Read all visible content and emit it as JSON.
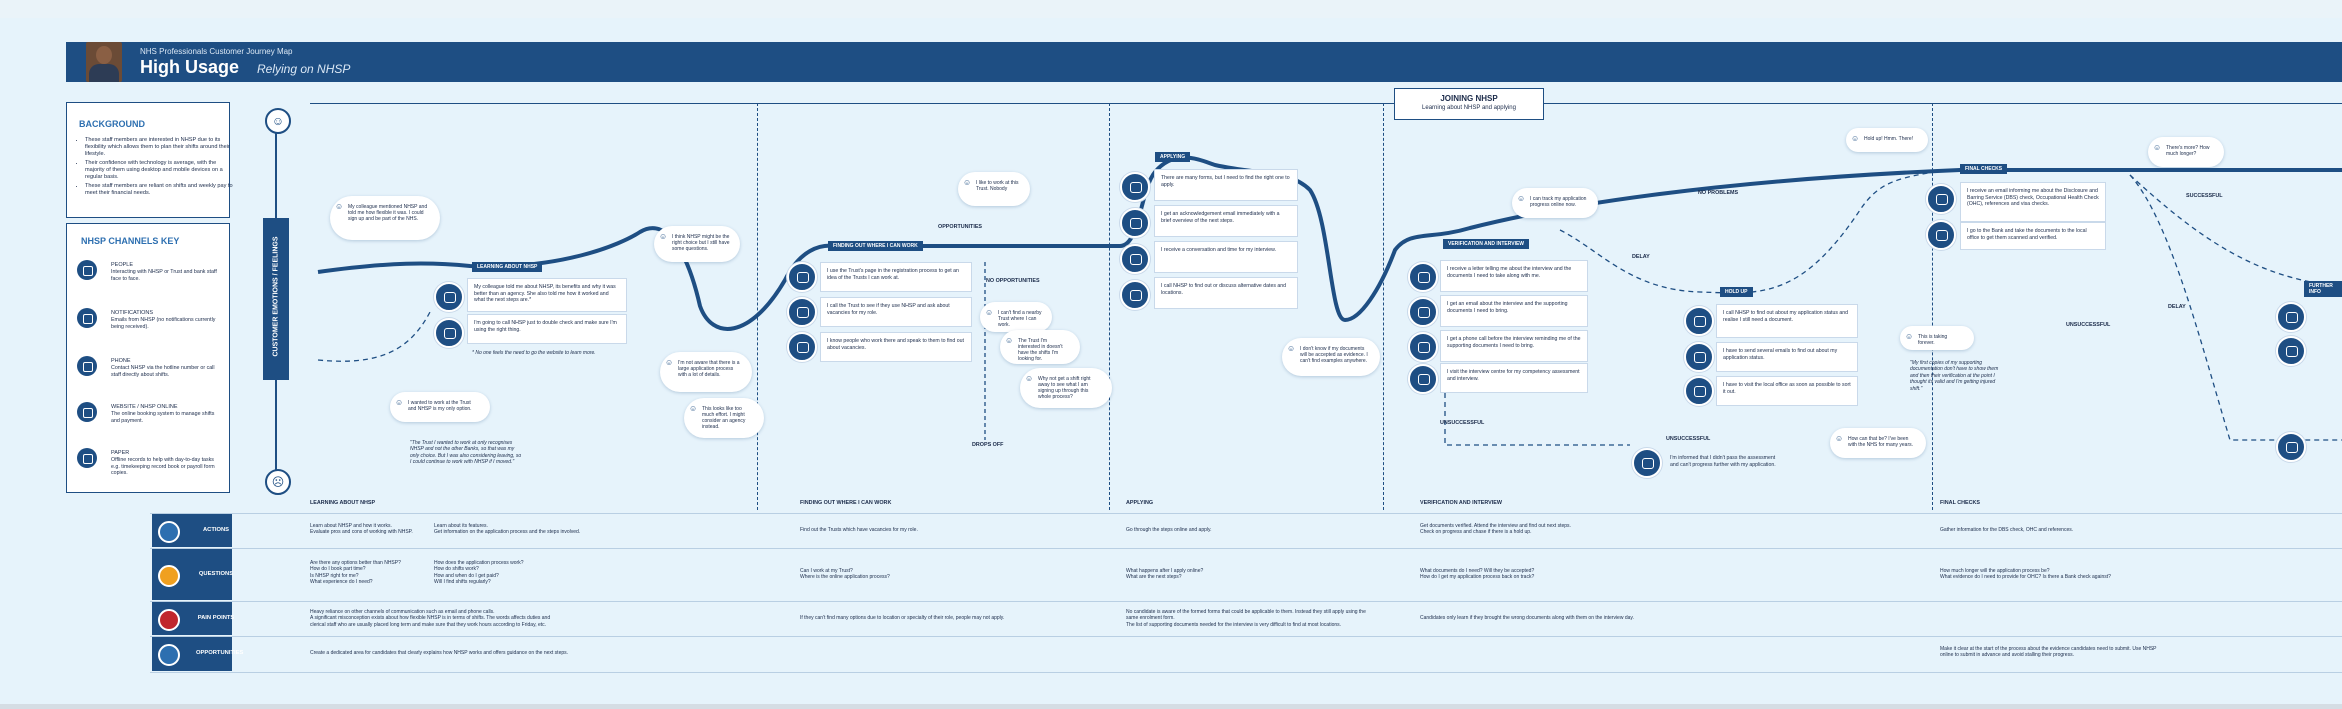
{
  "header": {
    "subtitle": "NHS Professionals Customer Journey Map",
    "title": "High Usage",
    "title_italic": "Relying on NHSP"
  },
  "background": {
    "title": "BACKGROUND",
    "items": [
      "These staff members are interested in NHSP due to its flexibility which allows them to plan their shifts around their lifestyle.",
      "Their confidence with technology is average, with the majority of them using desktop and mobile devices on a regular basis.",
      "These staff members are reliant on shifts and weekly pay to meet their financial needs."
    ]
  },
  "channels": {
    "title": "NHSP CHANNELS KEY",
    "items": [
      {
        "name": "PEOPLE",
        "desc": "Interacting with NHSP or Trust and bank staff face to face."
      },
      {
        "name": "NOTIFICATIONS",
        "desc": "Emails from NHSP (no notifications currently being received)."
      },
      {
        "name": "PHONE",
        "desc": "Contact NHSP via the hotline number or call staff directly about shifts."
      },
      {
        "name": "WEBSITE / NHSP ONLINE",
        "desc": "The online booking system to manage shifts and payment."
      },
      {
        "name": "PAPER",
        "desc": "Offline records to help with day-to-day tasks e.g. timekeeping record book or payroll form copies."
      }
    ]
  },
  "axis_label": "CUSTOMER EMOTIONS / FEELINGS",
  "joining": {
    "title": "JOINING NHSP",
    "subtitle": "Learning about NHSP and applying"
  },
  "stages": [
    "LEARNING ABOUT NHSP",
    "FINDING OUT WHERE I CAN WORK",
    "APPLYING",
    "VERIFICATION AND INTERVIEW",
    "HOLD UP",
    "FINAL CHECKS",
    "FURTHER INFO"
  ],
  "cards": {
    "learn1": "My colleague told me about NHSP, its benefits and why it was better than an agency. She also told me how it worked and what the next steps are.*",
    "learn2": "I'm going to call NHSP just to double check and make sure I'm using the right thing.",
    "learn_note": "* No one feels the need to go the website to learn more.",
    "find1": "I use the Trust's page in the registration process to get an idea of the Trusts I can work at.",
    "find2": "I call the Trust to see if they use NHSP and ask about vacancies for my role.",
    "find3": "I know people who work there and speak to them to find out about vacancies.",
    "apply1": "There are many forms, but I need to find the right one to apply.",
    "apply2": "I get an acknowledgement email immediately with a brief overview of the next steps.",
    "apply3": "I receive a conversation and time for my interview.",
    "apply4": "I call NHSP to find out or discuss alternative dates and locations.",
    "verif1": "I receive a letter telling me about the interview and the documents I need to take along with me.",
    "verif2": "I get an email about the interview and the supporting documents I need to bring.",
    "verif3": "I get a phone call before the interview reminding me of the supporting documents I need to bring.",
    "verif4": "I visit the interview centre for my competency assessment and interview.",
    "hold1": "I call NHSP to find out about my application status and realise I still need a document.",
    "hold2": "I have to send several emails to find out about my application status.",
    "hold3": "I have to visit the local office as soon as possible to sort it out.",
    "final1": "I receive an email informing me about the Disclosure and Barring Service (DBS) check, Occupational Health Check (OHC), references and visa checks.",
    "final2": "I go to the Bank and take the documents to the local office to get them scanned and verified."
  },
  "clouds": {
    "c1": "My colleague mentioned NHSP and told me how flexible it was. I could sign up and be part of the NHS.",
    "c2": "I think NHSP might be the right choice but I still have some questions.",
    "c3": "I'm not aware that there is a large application process with a lot of details.",
    "c4": "This looks like too much effort. I might consider an agency instead.",
    "c5": "I like to work at this Trust. Nobody",
    "c6": "I can't find a nearby Trust where I can work.",
    "c7": "The Trust I'm interested in doesn't have the shifts I'm looking for.",
    "c8": "Why not get a shift right away to see what I am signing up through this whole process?",
    "c9": "I don't know if my documents will be accepted as evidence. I can't find examples anywhere.",
    "c10": "I can track my application progress online now.",
    "c11": "Hold up! Hmm. There!",
    "c12": "This is taking forever.",
    "c13": "There's more? How much longer?",
    "c14": "How can that be? I've been with the NHS for many years.",
    "c15": "I'm informed that I didn't pass the assessment and can't progress further with my application."
  },
  "notes": {
    "join_want": "I wanted to work at the Trust and NHSP is my only option.",
    "quote1": "\"The Trust I wanted to work at only recognises NHSP and not the other Banks, so that was my only choice. But I was also considering leaving, so I could continue to work with NHSP if I moved.\"",
    "quote2": "\"My first copies of my supporting documentation don't have to show them and then their verification at the point I thought its valid and I'm getting injured shift.\""
  },
  "labels": {
    "opportunities": "OPPORTUNITIES",
    "no_opportunities": "NO OPPORTUNITIES",
    "drops_off": "DROPS OFF",
    "no_problems": "NO PROBLEMS",
    "delay": "DELAY",
    "delay2": "DELAY",
    "unsuccessful": "UNSUCCESSFUL",
    "unsuccessful2": "UNSUCCESSFUL",
    "unsuccessful3": "UNSUCCESSFUL",
    "successful": "SUCCESSFUL"
  },
  "table": {
    "rows": [
      "ACTIONS",
      "QUESTIONS",
      "PAIN POINTS",
      "OPPORTUNITIES"
    ],
    "columns": [
      "LEARNING ABOUT NHSP",
      "FINDING OUT WHERE I CAN WORK",
      "APPLYING",
      "VERIFICATION AND INTERVIEW",
      "FINAL CHECKS"
    ],
    "actions": [
      "Learn about NHSP and how it works.\nEvaluate pros and cons of working with NHSP.",
      "Learn about its features.\nGet information on the application process and the steps involved.",
      "Find out the Trusts which have vacancies for my role.",
      "Go through the steps online and apply.",
      "Get documents verified. Attend the interview and find out next steps.\nCheck on progress and chase if there is a hold up.",
      "Gather information for the DBS check, OHC and references."
    ],
    "questions": [
      "Are there any options better than NHSP?\nHow do I book part time?\nIs NHSP right for me?\nWhat experience do I need?",
      "How does the application process work?\nHow do shifts work?\nHow and when do I get paid?\nWill I find shifts regularly?",
      "Can I work at my Trust?\nWhere is the online application process?",
      "What happens after I apply online?\nWhat are the next steps?",
      "What documents do I need? Will they be accepted?\nHow do I get my application process back on track?",
      "How much longer will the application process be?\nWhat evidence do I need to provide for OHC? Is there a Bank check against?"
    ],
    "pain_points": [
      "Heavy reliance on other channels of communication such as email and phone calls.\nA significant misconception exists about how flexible NHSP is in terms of shifts. The words affects duties and clerical staff who are usually placed long term and make sure that they work hours according to Friday, etc.",
      "If they can't find many options due to location or specialty of their role, people may not apply.",
      "No candidate is aware of the formed forms that could be applicable to them. Instead they still apply using the same enrolment form.\nThe list of supporting documents needed for the interview is very difficult to find at most locations.",
      "Candidates only learn if they brought the wrong documents along with them on the interview day."
    ],
    "opportunities": [
      "Create a dedicated area for candidates that clearly explains how NHSP works and offers guidance on the next steps.",
      "Make it clear at the start of the process about the evidence candidates need to submit. Use NHSP online to submit in advance and avoid stalling their progress."
    ]
  },
  "colors": {
    "primary": "#1e4e83",
    "background": "#e6f3fb",
    "accent": "#f0a020",
    "alert": "#c0272d"
  }
}
